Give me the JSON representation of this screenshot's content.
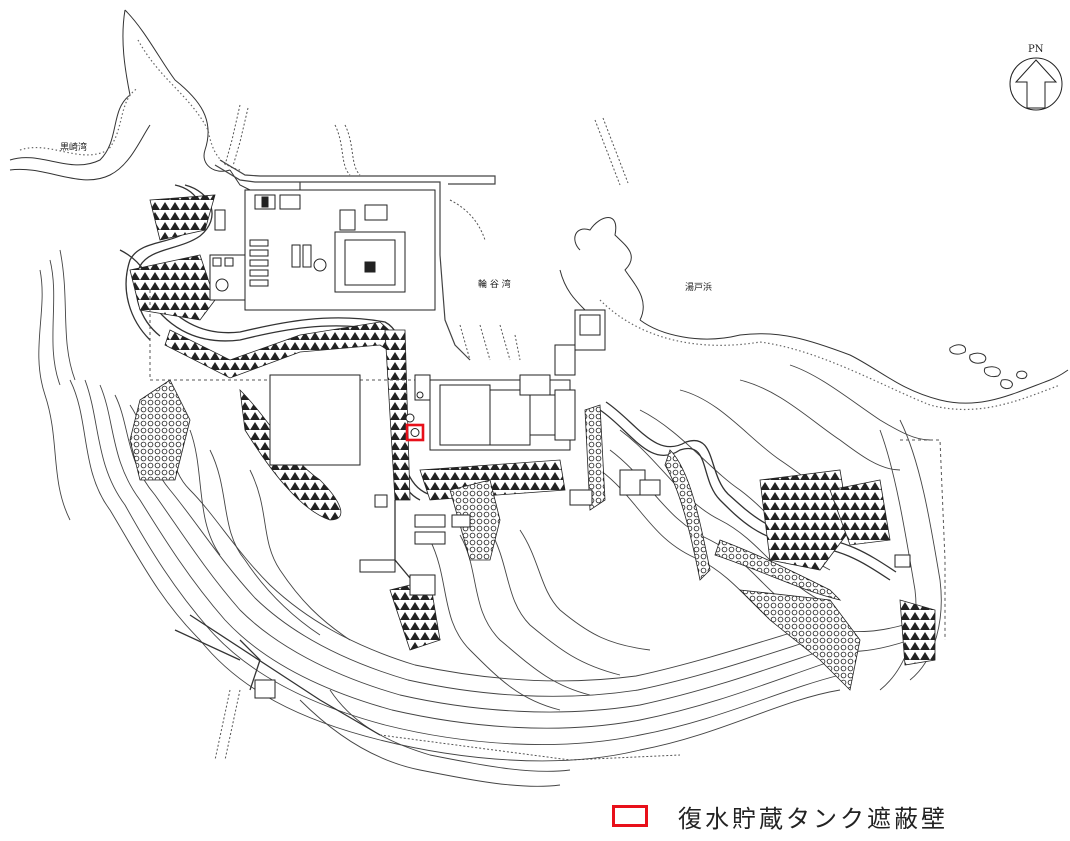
{
  "map": {
    "north_arrow_label": "PN",
    "place_labels": {
      "west_bay": "黒崎湾",
      "center_bay": "輪 谷 湾",
      "east_beach": "湯戸浜"
    },
    "highlight_color": "#e8101a"
  },
  "legend": {
    "label": "復水貯蔵タンク遮蔽壁",
    "swatch_color": "#e8101a"
  }
}
